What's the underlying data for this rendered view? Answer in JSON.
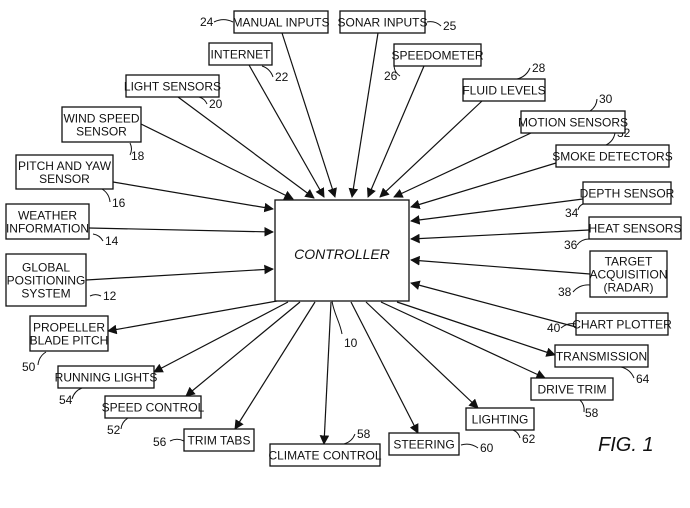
{
  "controller": {
    "label": "CONTROLLER",
    "ref": "10"
  },
  "figure_label": "FIG. 1",
  "inputs": [
    {
      "id": "manual-inputs",
      "lines": [
        "MANUAL INPUTS"
      ],
      "ref": "24"
    },
    {
      "id": "sonar-inputs",
      "lines": [
        "SONAR INPUTS"
      ],
      "ref": "25"
    },
    {
      "id": "internet",
      "lines": [
        "INTERNET"
      ],
      "ref": "22"
    },
    {
      "id": "speedometer",
      "lines": [
        "SPEEDOMETER"
      ],
      "ref": "26"
    },
    {
      "id": "light-sensors",
      "lines": [
        "LIGHT SENSORS"
      ],
      "ref": "20"
    },
    {
      "id": "fluid-levels",
      "lines": [
        "FLUID LEVELS"
      ],
      "ref": "28"
    },
    {
      "id": "wind-speed-sensor",
      "lines": [
        "WIND SPEED",
        "SENSOR"
      ],
      "ref": "18"
    },
    {
      "id": "motion-sensors",
      "lines": [
        "MOTION SENSORS"
      ],
      "ref": "30"
    },
    {
      "id": "pitch-yaw-sensor",
      "lines": [
        "PITCH AND YAW",
        "SENSOR"
      ],
      "ref": "16"
    },
    {
      "id": "smoke-detectors",
      "lines": [
        "SMOKE DETECTORS"
      ],
      "ref": "32"
    },
    {
      "id": "weather-information",
      "lines": [
        "WEATHER",
        "INFORMATION"
      ],
      "ref": "14"
    },
    {
      "id": "depth-sensor",
      "lines": [
        "DEPTH SENSOR"
      ],
      "ref": "34"
    },
    {
      "id": "heat-sensors",
      "lines": [
        "HEAT SENSORS"
      ],
      "ref": "36"
    },
    {
      "id": "global-positioning-system",
      "lines": [
        "GLOBAL",
        "POSITIONING",
        "SYSTEM"
      ],
      "ref": "12"
    },
    {
      "id": "target-acquisition",
      "lines": [
        "TARGET",
        "ACQUISITION",
        "(RADAR)"
      ],
      "ref": "38"
    },
    {
      "id": "chart-plotter",
      "lines": [
        "CHART PLOTTER"
      ],
      "ref": "40"
    }
  ],
  "outputs": [
    {
      "id": "propeller-blade-pitch",
      "lines": [
        "PROPELLER",
        "BLADE PITCH"
      ],
      "ref": "50"
    },
    {
      "id": "running-lights",
      "lines": [
        "RUNNING LIGHTS"
      ],
      "ref": "54"
    },
    {
      "id": "speed-control",
      "lines": [
        "SPEED CONTROL"
      ],
      "ref": "52"
    },
    {
      "id": "trim-tabs",
      "lines": [
        "TRIM TABS"
      ],
      "ref": "56"
    },
    {
      "id": "climate-control",
      "lines": [
        "CLIMATE CONTROL"
      ],
      "ref": "58"
    },
    {
      "id": "steering",
      "lines": [
        "STEERING"
      ],
      "ref": "60"
    },
    {
      "id": "lighting",
      "lines": [
        "LIGHTING"
      ],
      "ref": "62"
    },
    {
      "id": "drive-trim",
      "lines": [
        "DRIVE TRIM"
      ],
      "ref": "58"
    },
    {
      "id": "transmission",
      "lines": [
        "TRANSMISSION"
      ],
      "ref": "64"
    }
  ]
}
